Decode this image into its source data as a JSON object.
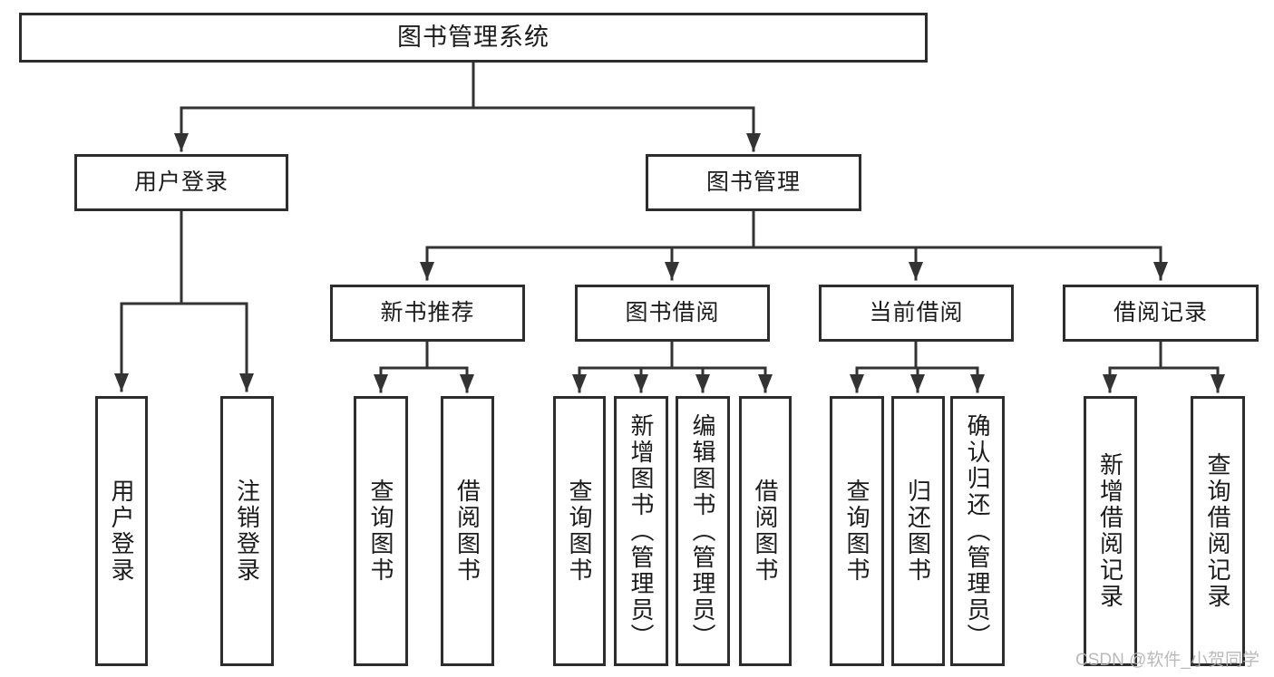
{
  "diagram_type": "hierarchy-tree",
  "tree": {
    "label": "图书管理系统",
    "children": [
      {
        "label": "用户登录",
        "children": [
          {
            "label": "用户登录"
          },
          {
            "label": "注销登录"
          }
        ]
      },
      {
        "label": "图书管理",
        "children": [
          {
            "label": "新书推荐",
            "children": [
              {
                "label": "查询图书"
              },
              {
                "label": "借阅图书"
              }
            ]
          },
          {
            "label": "图书借阅",
            "children": [
              {
                "label": "查询图书"
              },
              {
                "label": "新增图书（管理员）"
              },
              {
                "label": "编辑图书（管理员）"
              },
              {
                "label": "借阅图书"
              }
            ]
          },
          {
            "label": "当前借阅",
            "children": [
              {
                "label": "查询图书"
              },
              {
                "label": "归还图书"
              },
              {
                "label": "确认归还（管理员）"
              }
            ]
          },
          {
            "label": "借阅记录",
            "children": [
              {
                "label": "新增借阅记录"
              },
              {
                "label": "查询借阅记录"
              }
            ]
          }
        ]
      }
    ]
  },
  "watermark": {
    "text": "CSDN @软件_小贺同学"
  },
  "colors": {
    "background": "#ffffff",
    "line": "#333333",
    "box_border": "#2d2d2d",
    "text": "#1b1b1b",
    "watermark": "#b5b5b5"
  }
}
